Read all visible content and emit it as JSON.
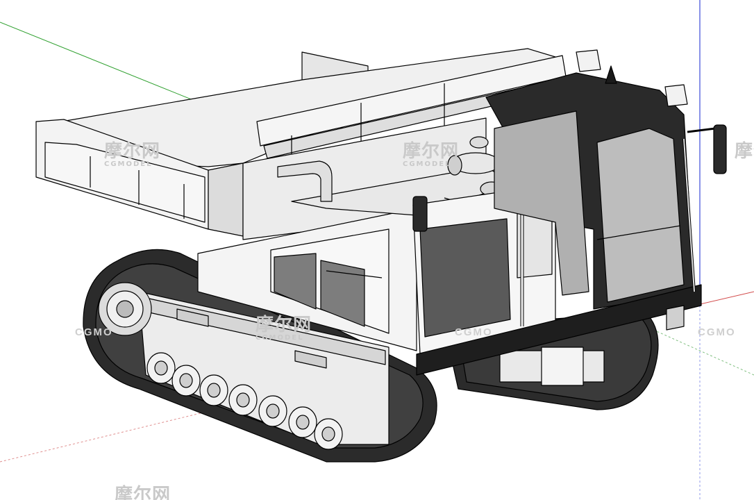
{
  "app": {
    "title": "SketchUp model viewport",
    "view": "3D perspective"
  },
  "model": {
    "subject": "tracked dump carrier (crawler dumper)",
    "colors": {
      "body": "#f2f2f2",
      "body_shade": "#d9d9d9",
      "cab": "#2a2a2a",
      "glass": "#b8b8b8",
      "track": "#2b2b2b",
      "edge": "#000000"
    }
  },
  "axes": {
    "green_axis": "#2fa02f",
    "blue_axis": "#3b4bd8",
    "red_axis": "#d24a4a"
  },
  "watermarks": {
    "cn": "摩尔网",
    "en": "CGMODEL",
    "en_short": "CGMO"
  }
}
